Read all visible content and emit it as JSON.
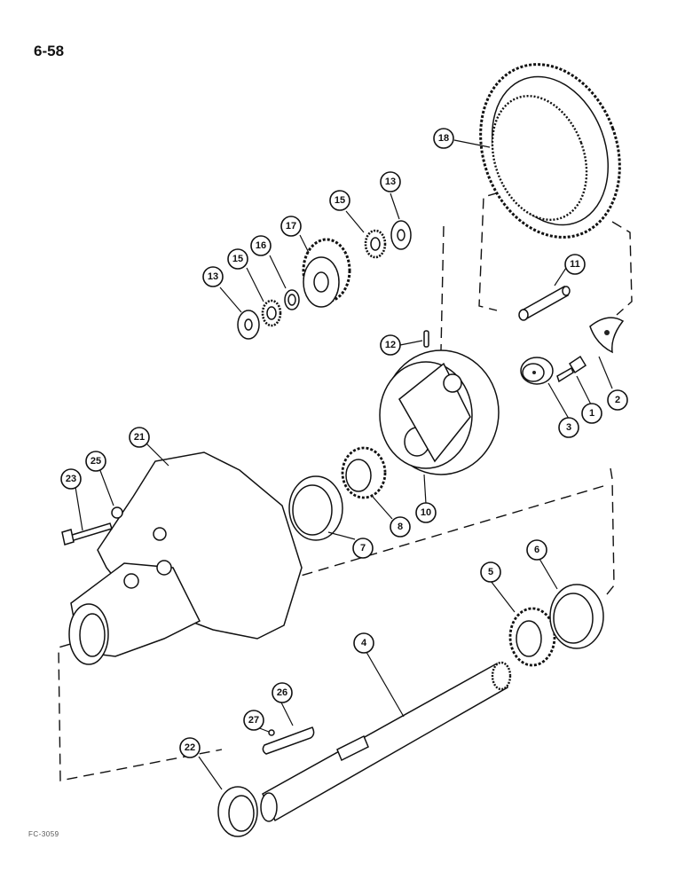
{
  "page": {
    "title": "6-58",
    "figure_code": "FC-3059"
  },
  "callouts": [
    {
      "id": "c1",
      "label": "1"
    },
    {
      "id": "c2",
      "label": "2"
    },
    {
      "id": "c3",
      "label": "3"
    },
    {
      "id": "c4",
      "label": "4"
    },
    {
      "id": "c5",
      "label": "5"
    },
    {
      "id": "c6",
      "label": "6"
    },
    {
      "id": "c7",
      "label": "7"
    },
    {
      "id": "c8",
      "label": "8"
    },
    {
      "id": "c10",
      "label": "10"
    },
    {
      "id": "c11",
      "label": "11"
    },
    {
      "id": "c12",
      "label": "12"
    },
    {
      "id": "c13a",
      "label": "13"
    },
    {
      "id": "c13b",
      "label": "13"
    },
    {
      "id": "c15a",
      "label": "15"
    },
    {
      "id": "c15b",
      "label": "15"
    },
    {
      "id": "c16",
      "label": "16"
    },
    {
      "id": "c17",
      "label": "17"
    },
    {
      "id": "c18",
      "label": "18"
    },
    {
      "id": "c21",
      "label": "21"
    },
    {
      "id": "c22",
      "label": "22"
    },
    {
      "id": "c23",
      "label": "23"
    },
    {
      "id": "c25",
      "label": "25"
    },
    {
      "id": "c26",
      "label": "26"
    },
    {
      "id": "c27",
      "label": "27"
    }
  ]
}
